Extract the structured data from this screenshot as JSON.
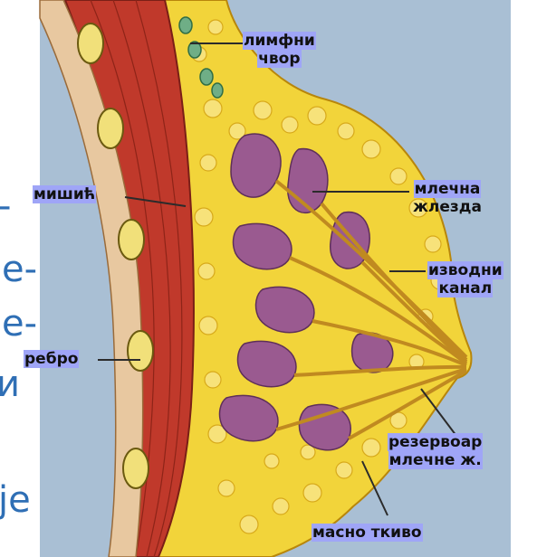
{
  "slide_fragments": [
    "-",
    "e-",
    "e-",
    "и",
    "je"
  ],
  "labels": {
    "lymph_node": {
      "line1": "лимфни",
      "line2": "чвор"
    },
    "muscle": "мишић",
    "gland": {
      "line1": "млечна",
      "line2": "жлезда"
    },
    "duct": {
      "line1": "изводни",
      "line2": "канал"
    },
    "rib": "ребро",
    "reservoir": {
      "line1": "резервоар",
      "line2": "млечне ж."
    },
    "fat": "масно ткиво"
  },
  "colors": {
    "background": "#a9bfd4",
    "muscle": "#c0392b",
    "fat": "#f2d43a",
    "gland": "#9a5a90",
    "highlight": "#9fa5f7",
    "slide_text": "#2f6fb5"
  }
}
